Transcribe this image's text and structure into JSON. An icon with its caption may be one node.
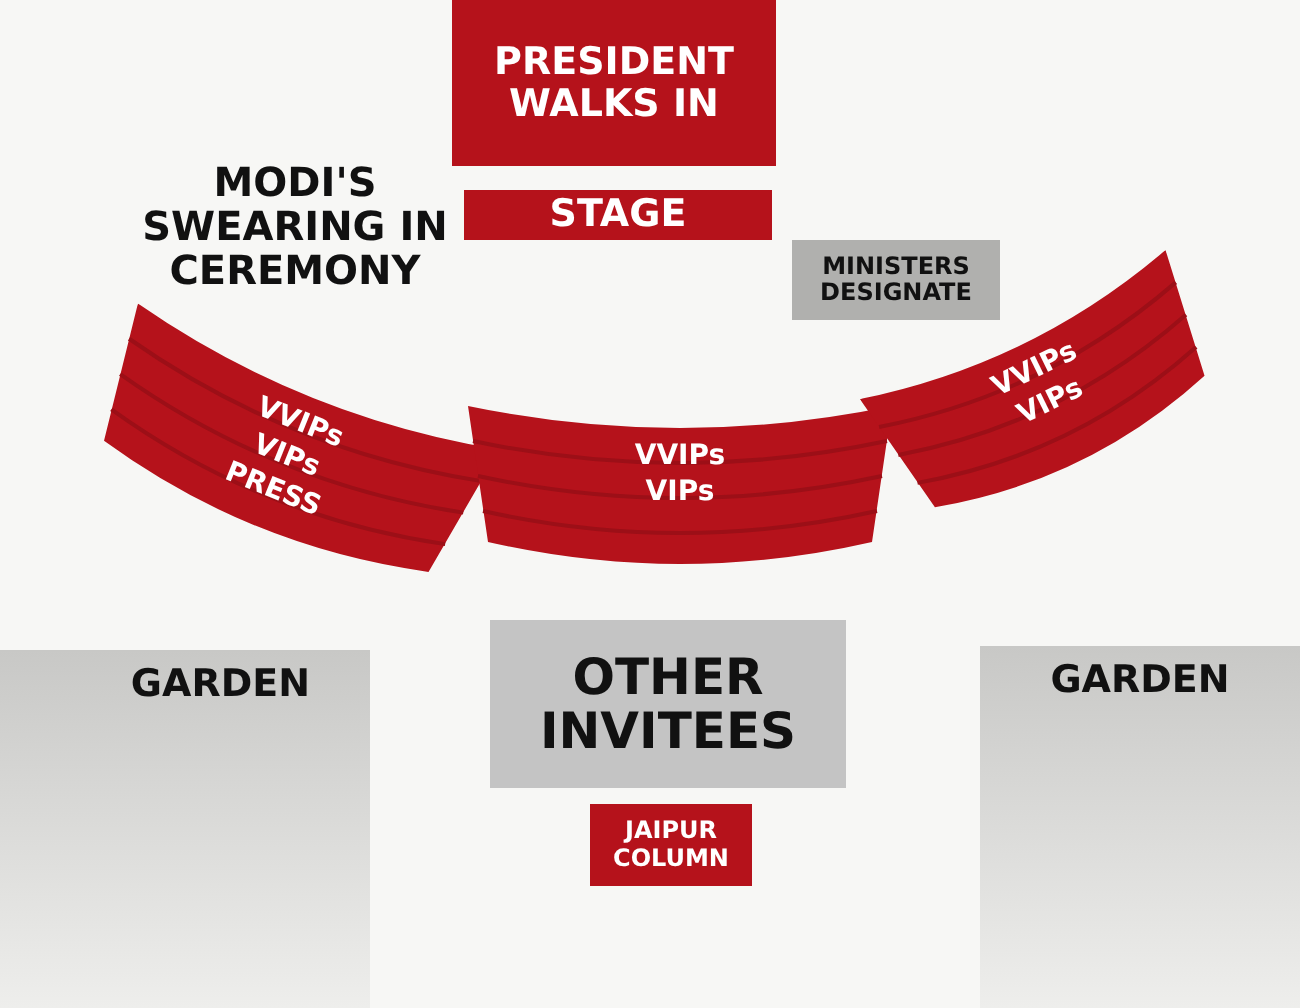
{
  "diagram": {
    "title": "MODI'S SWEARING IN CEREMONY",
    "nodes": [
      {
        "text": [
          "PRESIDENT WALKS IN"
        ]
      },
      {
        "text": [
          "STAGE"
        ]
      },
      {
        "text": [
          "MINISTERS DESIGNATE"
        ]
      },
      {
        "text": [
          "VVIPs",
          "VIPs",
          "PRESS"
        ]
      },
      {
        "text": [
          "VVIPs",
          "VIPs"
        ]
      },
      {
        "text": [
          "VVIPs",
          "VIPs"
        ]
      },
      {
        "text": [
          "GARDEN"
        ]
      },
      {
        "text": [
          "OTHER INVITEES"
        ]
      },
      {
        "text": [
          "JAIPUR COLUMN"
        ]
      },
      {
        "text": [
          "GARDEN"
        ]
      }
    ],
    "edges": []
  }
}
